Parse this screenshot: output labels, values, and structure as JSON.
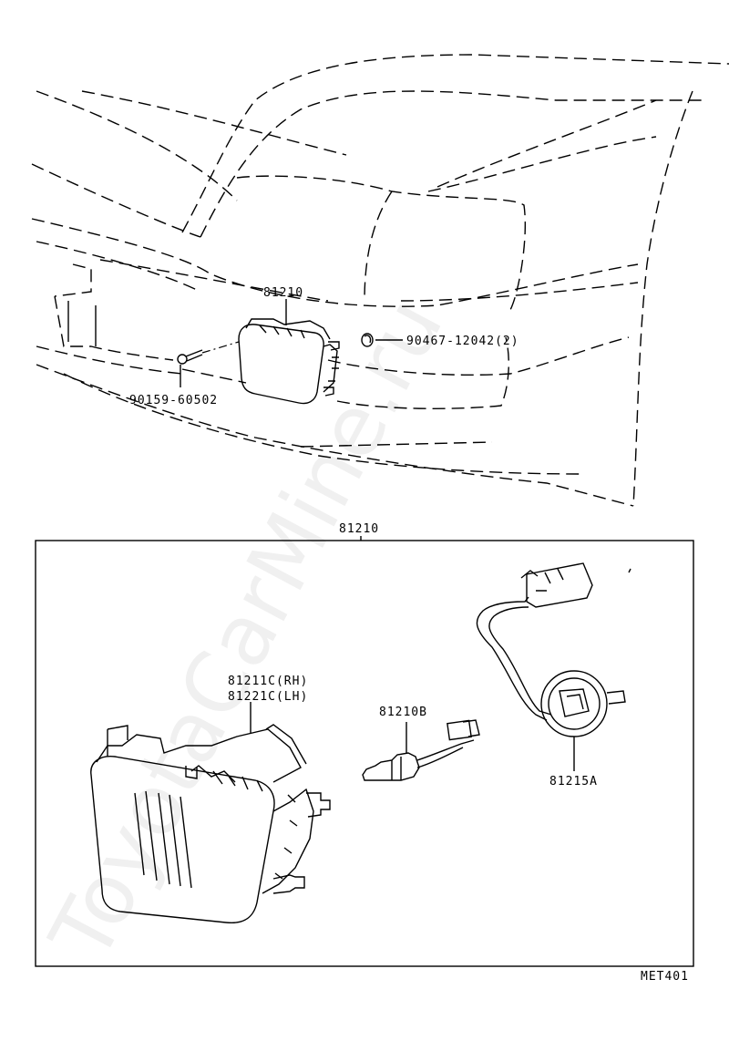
{
  "watermark": "ToyotaCarMine.ru",
  "labels": {
    "assembly_top": "81210",
    "clip": "90467-12042(2)",
    "screw": "90159-60502",
    "assembly_box": "81210",
    "lens_rh": "81211C(RH)",
    "lens_lh": "81221C(LH)",
    "bulb": "81210B",
    "socket": "81215A",
    "diagram_code": "MET401"
  }
}
